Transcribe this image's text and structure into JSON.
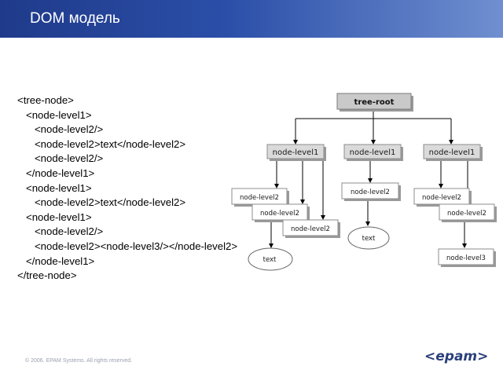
{
  "header": {
    "title": "DOM модель"
  },
  "code_lines": [
    "<tree-node>",
    "   <node-level1>",
    "      <node-level2/>",
    "      <node-level2>text</node-level2>",
    "      <node-level2/>",
    "   </node-level1>",
    "   <node-level1>",
    "      <node-level2>text</node-level2>",
    "   <node-level1>",
    "      <node-level2/>",
    "      <node-level2><node-level3/></node-level2>",
    "   </node-level1>",
    "</tree-node>"
  ],
  "diagram": {
    "root": "tree-root",
    "level1": [
      "node-level1",
      "node-level1",
      "node-level1"
    ],
    "level2_left": [
      "node-level2",
      "node-level2",
      "node-level2"
    ],
    "level2_mid": "node-level2",
    "level2_right": [
      "node-level2",
      "node-level2"
    ],
    "level3": "node-level3",
    "text_nodes": [
      "text",
      "text"
    ]
  },
  "footer": {
    "copyright": "© 2006. EPAM Systems. All rights reserved.",
    "logo": "<epam>"
  },
  "colors": {
    "header_start": "#1f3a8a",
    "header_end": "#6f8fd0"
  }
}
